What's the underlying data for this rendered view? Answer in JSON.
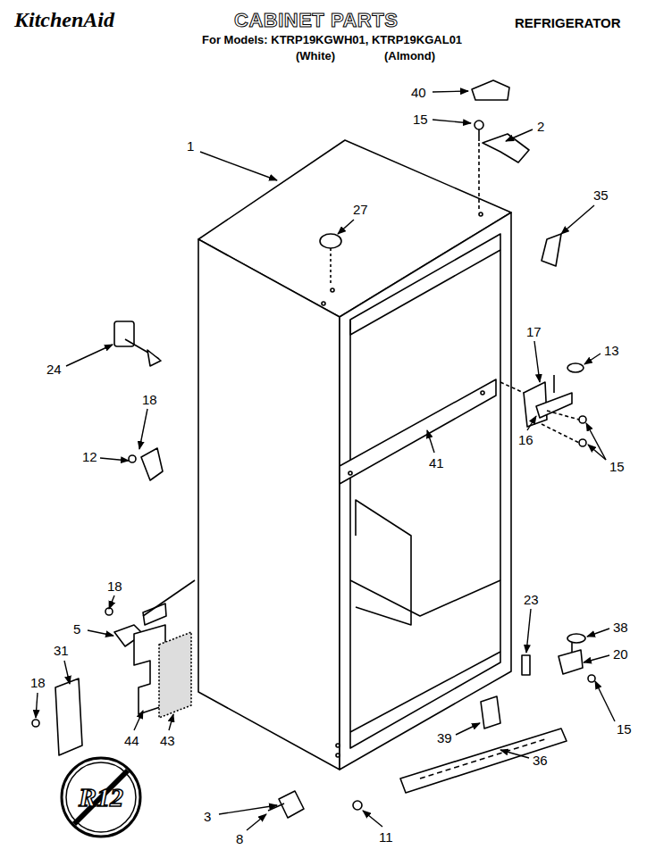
{
  "diagram": {
    "title": "CABINET PARTS",
    "nodes": [
      {
        "text": [
          "R12"
        ]
      }
    ],
    "labels": [
      "KitchenAid",
      "REFRIGERATOR",
      "For Models: KTRP19KGWH01, KTRP19KGAL01",
      "(White)",
      "(Almond)",
      "40",
      "15",
      "2",
      "1",
      "35",
      "27",
      "17",
      "13",
      "24",
      "18",
      "16",
      "12",
      "41",
      "15",
      "18",
      "23",
      "38",
      "5",
      "31",
      "20",
      "18",
      "15",
      "39",
      "44",
      "43",
      "36",
      "3",
      "11",
      "8"
    ]
  }
}
